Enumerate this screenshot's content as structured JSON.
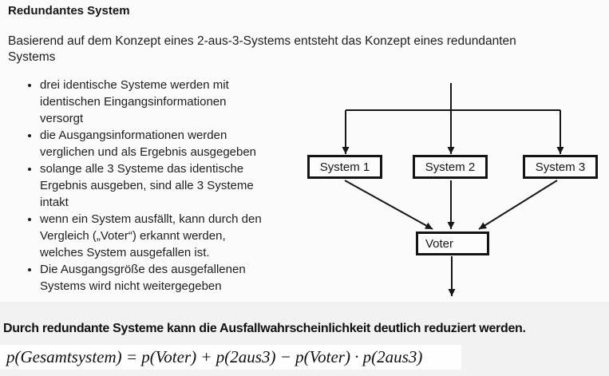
{
  "header": {
    "title": "Redundantes System"
  },
  "intro": {
    "text": "Basierend auf dem Konzept eines 2-aus-3-Systems entsteht das Konzept eines redundanten\nSystems"
  },
  "bullets": [
    "drei identische Systeme werden mit\nidentischen Eingangsinformationen\nversorgt",
    "die Ausgangsinformationen werden\nverglichen und als Ergebnis ausgegeben",
    "solange alle 3 Systeme das identische\nErgebnis ausgeben, sind alle 3 Systeme\nintakt",
    "wenn ein System ausfällt, kann durch den\nVergleich („Voter“) erkannt werden,\nwelches System ausgefallen ist.",
    "Die Ausgangsgröße des ausgefallenen\nSystems wird nicht weitergegeben"
  ],
  "diagram": {
    "system1_label": "System 1",
    "system2_label": "System 2",
    "system3_label": "System 3",
    "voter_label": "Voter",
    "line_color": "#161616",
    "box_border_color": "#141414"
  },
  "conclusion": {
    "text": "Durch redundante Systeme kann die Ausfallwahrscheinlichkeit deutlich reduziert werden."
  },
  "formula": {
    "text": "p(Gesamtsystem) = p(Voter) + p(2aus3) − p(Voter) · p(2aus3)"
  },
  "colors": {
    "page_bg": "#fbfbfb",
    "footer_bg": "#f2f2f2",
    "formula_bg": "#fefefe",
    "text": "#1e1e1e"
  }
}
